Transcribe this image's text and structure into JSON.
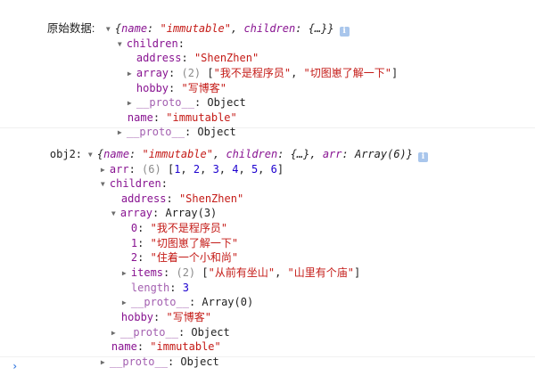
{
  "console": {
    "entries": [
      {
        "label": "原始数据:",
        "summary": {
          "open": "{",
          "name_key": "name",
          "name_value": "\"immutable\"",
          "children_key": "children",
          "children_value": "{…}",
          "close": "}"
        },
        "info_icon": "i",
        "tree": {
          "children_key": "children",
          "address_key": "address",
          "address_value": "\"ShenZhen\"",
          "array_key": "array",
          "array_count": "(2)",
          "array_preview_open": "[",
          "array_item_0": "\"我不是程序员\"",
          "array_item_1": "\"切图崽了解一下\"",
          "array_preview_close": "]",
          "hobby_key": "hobby",
          "hobby_value": "\"写博客\"",
          "proto_key": "__proto__",
          "proto_value": "Object",
          "name_key": "name",
          "name_value": "\"immutable\"",
          "root_proto_key": "__proto__",
          "root_proto_value": "Object"
        }
      },
      {
        "label": "obj2:",
        "summary": {
          "open": "{",
          "name_key": "name",
          "name_value": "\"immutable\"",
          "children_key": "children",
          "children_value": "{…}",
          "arr_key": "arr",
          "arr_value": "Array(6)",
          "close": "}"
        },
        "info_icon": "i",
        "tree": {
          "arr_key": "arr",
          "arr_count": "(6)",
          "arr_values": [
            "1",
            "2",
            "3",
            "4",
            "5",
            "6"
          ],
          "children_key": "children",
          "address_key": "address",
          "address_value": "\"ShenZhen\"",
          "array_key": "array",
          "array_value": "Array(3)",
          "array_items": [
            {
              "index": "0",
              "value": "\"我不是程序员\""
            },
            {
              "index": "1",
              "value": "\"切图崽了解一下\""
            },
            {
              "index": "2",
              "value": "\"住着一个小和尚\""
            }
          ],
          "items_key": "items",
          "items_count": "(2)",
          "items_item_0": "\"从前有坐山\"",
          "items_item_1": "\"山里有个庙\"",
          "length_key": "length",
          "length_value": "3",
          "array_proto_key": "__proto__",
          "array_proto_value": "Array(0)",
          "hobby_key": "hobby",
          "hobby_value": "\"写博客\"",
          "children_proto_key": "__proto__",
          "children_proto_value": "Object",
          "name_key": "name",
          "name_value": "\"immutable\"",
          "root_proto_key": "__proto__",
          "root_proto_value": "Object"
        }
      }
    ],
    "prompt_symbol": "›"
  }
}
